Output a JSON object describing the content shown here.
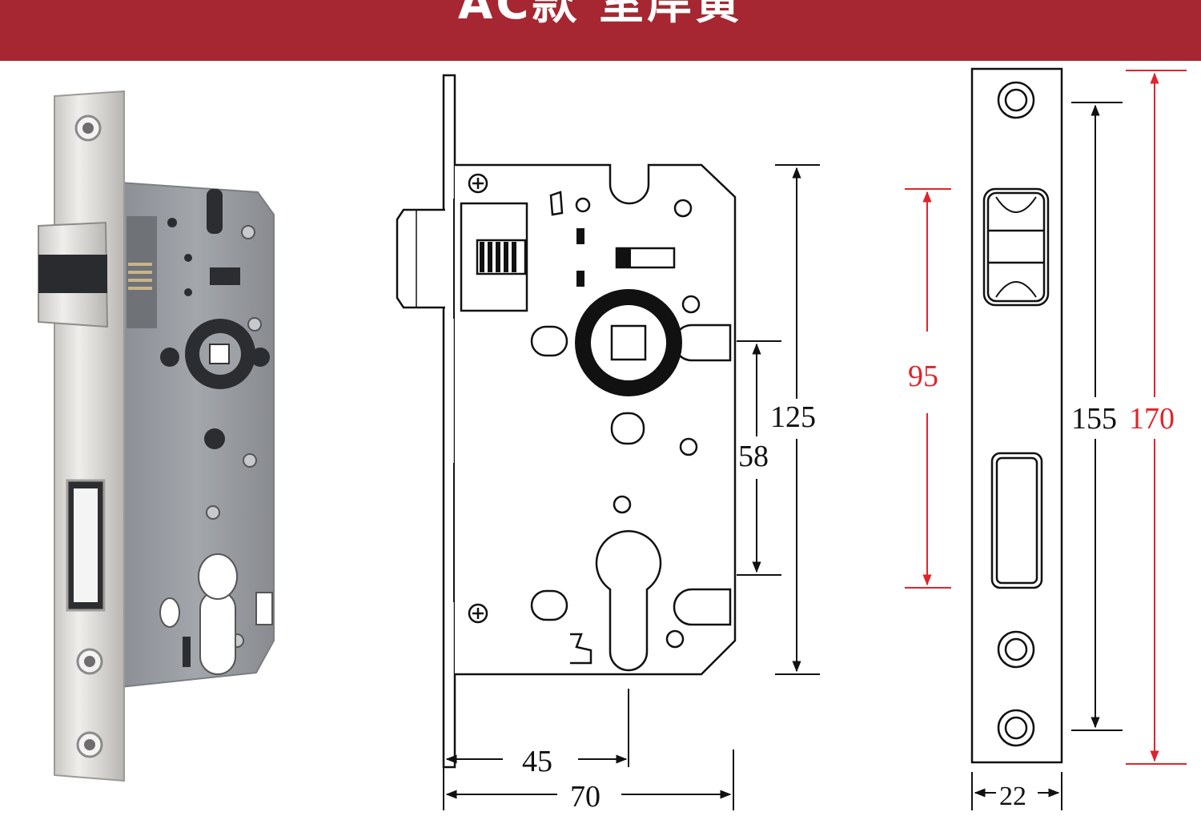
{
  "header": {
    "title": "AC款 室岸黄",
    "background_color": "#a62731",
    "text_color": "#ffffff"
  },
  "diagram": {
    "line_color": "#111111",
    "accent_color": "#e0242b",
    "side_view_dimensions": {
      "height_case": "125",
      "handle_to_cylinder": "58",
      "backset": "45",
      "case_depth": "70"
    },
    "faceplate_dimensions": {
      "latch_to_deadbolt": "95",
      "mounting_hole_spacing": "155",
      "faceplate_height": "170",
      "faceplate_width": "22"
    }
  }
}
